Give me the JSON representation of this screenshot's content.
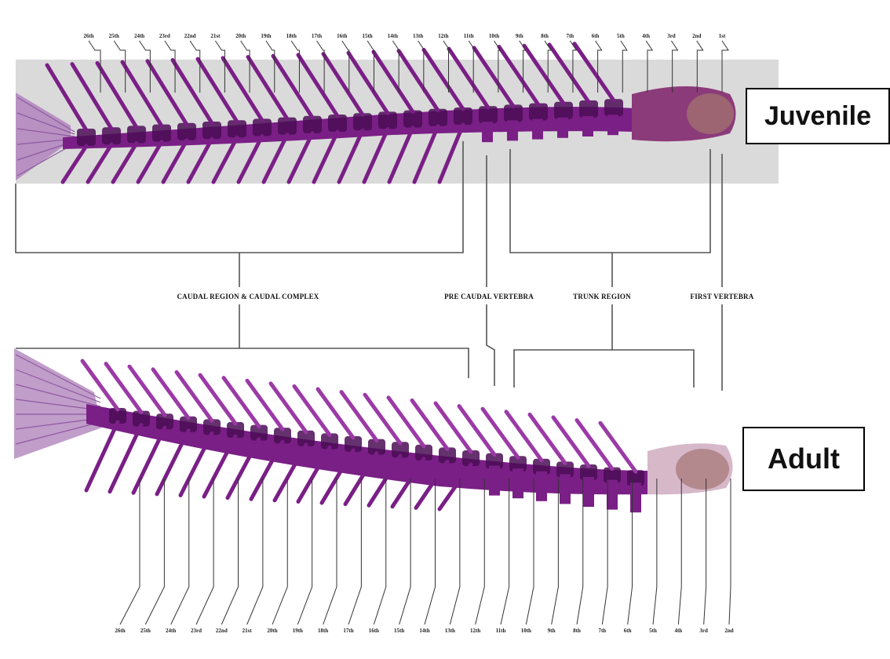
{
  "stages": {
    "juvenile": "Juvenile",
    "adult": "Adult"
  },
  "regions": {
    "caudal": "CAUDAL REGION & CAUDAL COMPLEX",
    "precaudal": "PRE CAUDAL VERTEBRA",
    "trunk": "TRUNK REGION",
    "first": "FIRST VERTEBRA"
  },
  "vertebrae_labels": [
    "26th",
    "25th",
    "24th",
    "23rd",
    "22nd",
    "21st",
    "20th",
    "19th",
    "18th",
    "17th",
    "16th",
    "15th",
    "14th",
    "13th",
    "12th",
    "11th",
    "10th",
    "9th",
    "8th",
    "7th",
    "6th",
    "5th",
    "4th",
    "3rd",
    "2nd",
    "1st"
  ],
  "adult_vertebrae_labels": [
    "26th",
    "25th",
    "24th",
    "23rd",
    "22nd",
    "21st",
    "20th",
    "19th",
    "18th",
    "17th",
    "16th",
    "15th",
    "14th",
    "13th",
    "12th",
    "11th",
    "10th",
    "9th",
    "8th",
    "7th",
    "6th",
    "5th",
    "4th",
    "3rd",
    "2nd"
  ],
  "colors": {
    "bone": "#7a1f86",
    "bone_dark": "#4a0d55",
    "fin": "#b184bd",
    "skull": "#a0706f",
    "band": "#d9d9d9"
  }
}
